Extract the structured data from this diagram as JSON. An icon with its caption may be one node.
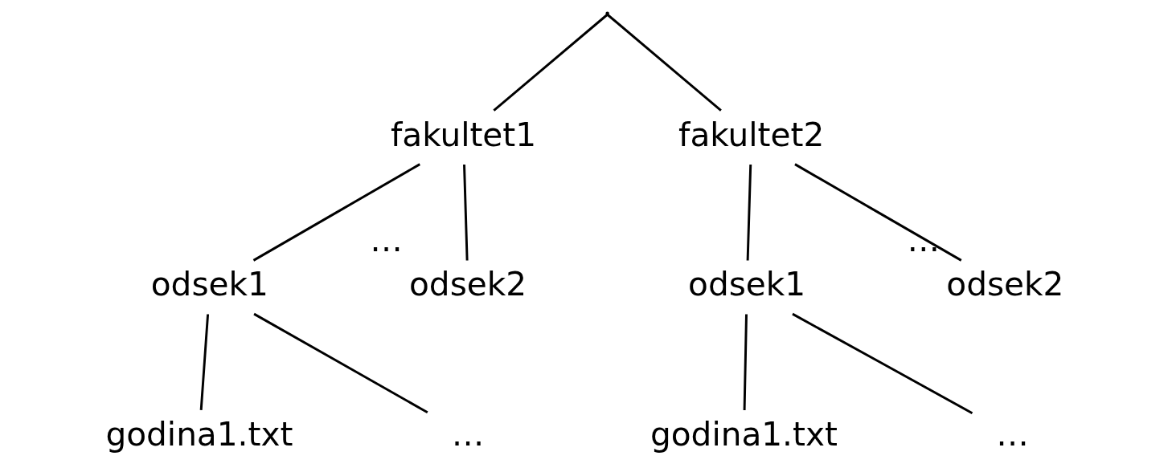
{
  "diagram": {
    "nodes": [
      {
        "text": [],
        "shape": "point"
      },
      {
        "text": [
          "fakultet1"
        ]
      },
      {
        "text": [
          "fakultet2"
        ]
      },
      {
        "text": [
          "odsek1"
        ]
      },
      {
        "text": [
          "odsek2"
        ],
        "beside": [
          "…"
        ]
      },
      {
        "text": [
          "odsek1"
        ]
      },
      {
        "text": [
          "odsek2"
        ],
        "beside": [
          "…"
        ]
      },
      {
        "text": [
          "godina1.txt"
        ]
      },
      {
        "text": [
          "…"
        ]
      },
      {
        "text": [
          "godina1.txt"
        ]
      },
      {
        "text": [
          "…"
        ]
      }
    ],
    "edges": [
      {
        "from": 0,
        "to": 1,
        "arrow": "none"
      },
      {
        "from": 0,
        "to": 2,
        "arrow": "none"
      },
      {
        "from": 1,
        "to": 3,
        "arrow": "none"
      },
      {
        "from": 1,
        "to": 4,
        "arrow": "none"
      },
      {
        "from": 2,
        "to": 5,
        "arrow": "none"
      },
      {
        "from": 2,
        "to": 6,
        "arrow": "none"
      },
      {
        "from": 3,
        "to": 7,
        "arrow": "none"
      },
      {
        "from": 3,
        "to": 8,
        "arrow": "none"
      },
      {
        "from": 5,
        "to": 9,
        "arrow": "none"
      },
      {
        "from": 5,
        "to": 10,
        "arrow": "none"
      }
    ]
  }
}
